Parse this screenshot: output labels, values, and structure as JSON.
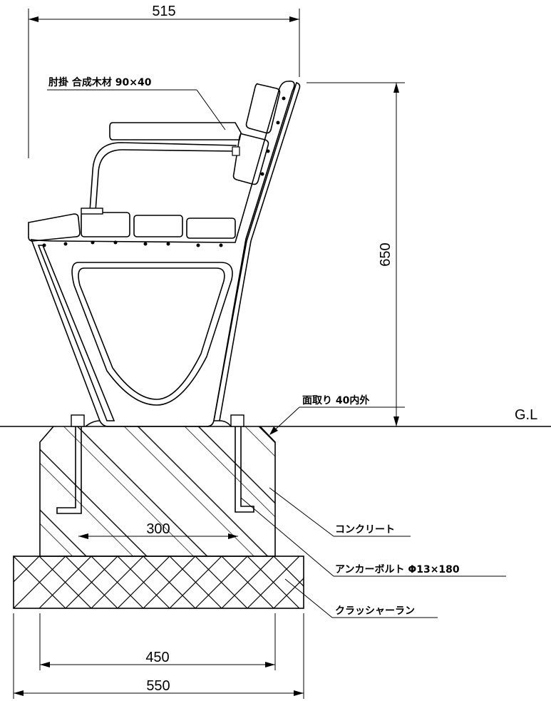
{
  "dimensions": {
    "top_width": "515",
    "height": "650",
    "anchor_spacing": "300",
    "concrete_width": "450",
    "crusher_width": "550"
  },
  "labels": {
    "armrest": "肘掛 合成木材 90×40",
    "chamfer": "面取り 40内外",
    "ground_level": "G.L",
    "concrete": "コンクリート",
    "anchor_bolt": "アンカーボルト Φ13×180",
    "crusher_run": "クラッシャーラン"
  }
}
